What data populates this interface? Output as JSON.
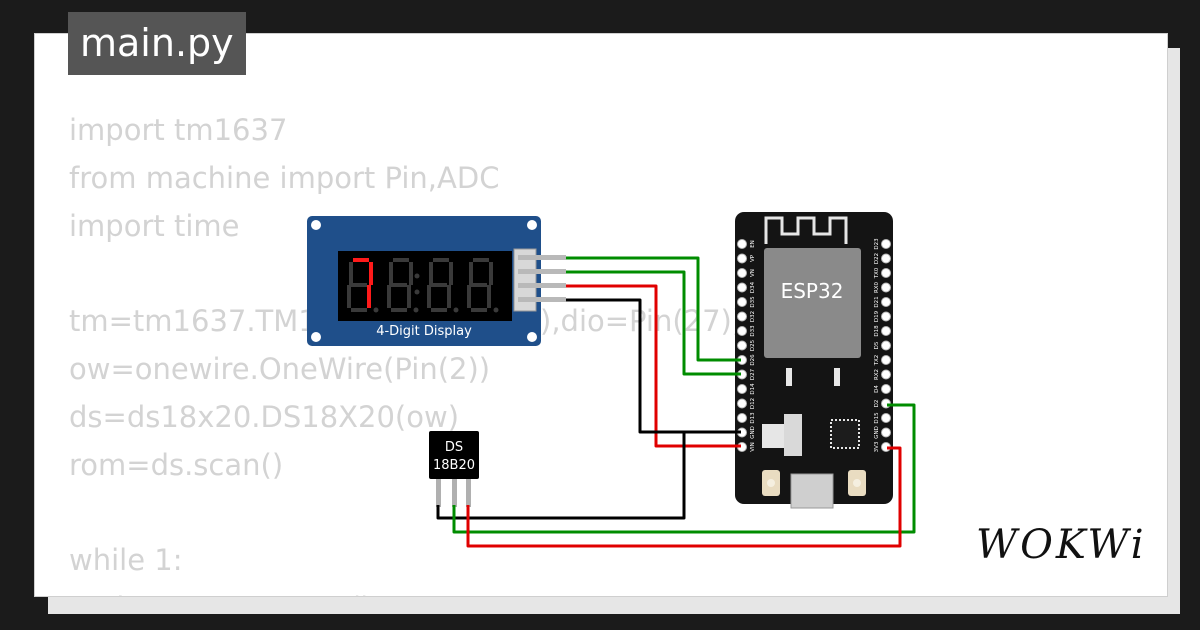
{
  "tab": {
    "label": "main.py"
  },
  "code_lines": [
    "import tm1637",
    "from machine import Pin,ADC",
    "import time",
    "",
    "tm=tm1637.TM1637(clk=Pin(26),dio=Pin(27))",
    "ow=onewire.OneWire(Pin(2))",
    "ds=ds18x20.DS18X20(ow)",
    "rom=ds.scan()",
    "",
    "while 1:",
    "    ds.convert_temp()"
  ],
  "display": {
    "digits": [
      "7",
      "8",
      "8",
      "8"
    ],
    "label": "4-Digit Display"
  },
  "esp32": {
    "chip_label": "ESP32",
    "left_pins": [
      "EN",
      "VP",
      "VN",
      "D34",
      "D35",
      "D32",
      "D33",
      "D25",
      "D26",
      "D27",
      "D14",
      "D12",
      "D13",
      "GND",
      "VIN"
    ],
    "right_pins": [
      "D23",
      "D22",
      "TX0",
      "RX0",
      "D21",
      "D19",
      "D18",
      "D5",
      "TX2",
      "RX2",
      "D4",
      "D2",
      "D15",
      "GND",
      "3V3"
    ]
  },
  "sensor": {
    "line1": "DS",
    "line2": "18B20"
  },
  "brand": {
    "name": "WOKWi"
  },
  "colors": {
    "board_blue": "#1f4f8a",
    "esp_black": "#141414",
    "wire_green": "#008c00",
    "wire_red": "#e00000",
    "wire_black": "#000000",
    "segment_on": "#ff1a1a",
    "segment_off": "#3a3a3a"
  }
}
